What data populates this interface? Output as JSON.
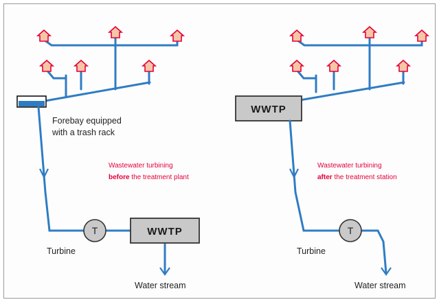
{
  "left_scheme": {
    "forebay_label_line1": "Forebay equipped",
    "forebay_label_line2": "with a trash rack",
    "caption_line1": "Wastewater turbining",
    "caption_bold": "before",
    "caption_rest": " the treatment plant",
    "turbine_symbol": "T",
    "plant_label": "WWTP",
    "turbine_label": "Turbine",
    "stream_label": "Water stream"
  },
  "right_scheme": {
    "plant_label": "WWTP",
    "caption_line1": "Wastewater turbining",
    "caption_bold": "after",
    "caption_rest": " the treatment station",
    "turbine_symbol": "T",
    "turbine_label": "Turbine",
    "stream_label": "Water stream"
  },
  "colors": {
    "pipe": "#2f7cc4",
    "house_fill": "#f6c7a6",
    "house_stroke": "#e3003a",
    "box_fill": "#c9c9c9",
    "caption": "#e3003a"
  }
}
